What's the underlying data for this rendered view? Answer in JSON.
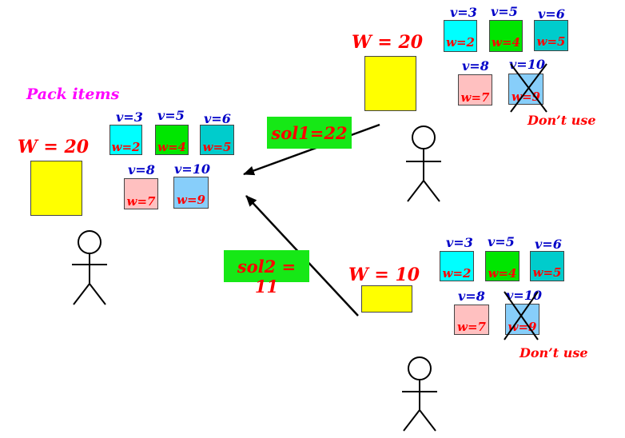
{
  "title": "Pack items",
  "colors": {
    "knapsack": "#ffff00",
    "item_v3": "#00ffff",
    "item_v5": "#00e600",
    "item_v6": "#00cccc",
    "item_v8": "#ffc0c0",
    "item_v10": "#87cefa",
    "solution_bg": "#16e816",
    "value_text": "#0000c8",
    "weight_text": "#ff0000"
  },
  "main": {
    "capacity": "W = 20",
    "items": [
      {
        "value": "v=3",
        "weight": "w=2"
      },
      {
        "value": "v=5",
        "weight": "w=4"
      },
      {
        "value": "v=6",
        "weight": "w=5"
      },
      {
        "value": "v=8",
        "weight": "w=7"
      },
      {
        "value": "v=10",
        "weight": "w=9"
      }
    ]
  },
  "sub1": {
    "capacity": "W = 20",
    "items": [
      {
        "value": "v=3",
        "weight": "w=2"
      },
      {
        "value": "v=5",
        "weight": "w=4"
      },
      {
        "value": "v=6",
        "weight": "w=5"
      },
      {
        "value": "v=8",
        "weight": "w=7"
      },
      {
        "value": "v=10",
        "weight": "w=9"
      }
    ],
    "excluded_note": "Don’t use",
    "solution": "sol1=22"
  },
  "sub2": {
    "capacity": "W = 10",
    "items": [
      {
        "value": "v=3",
        "weight": "w=2"
      },
      {
        "value": "v=5",
        "weight": "w=4"
      },
      {
        "value": "v=6",
        "weight": "w=5"
      },
      {
        "value": "v=8",
        "weight": "w=7"
      },
      {
        "value": "v=10",
        "weight": "w=9"
      }
    ],
    "excluded_note": "Don’t use",
    "solution": "sol2 = 11"
  }
}
